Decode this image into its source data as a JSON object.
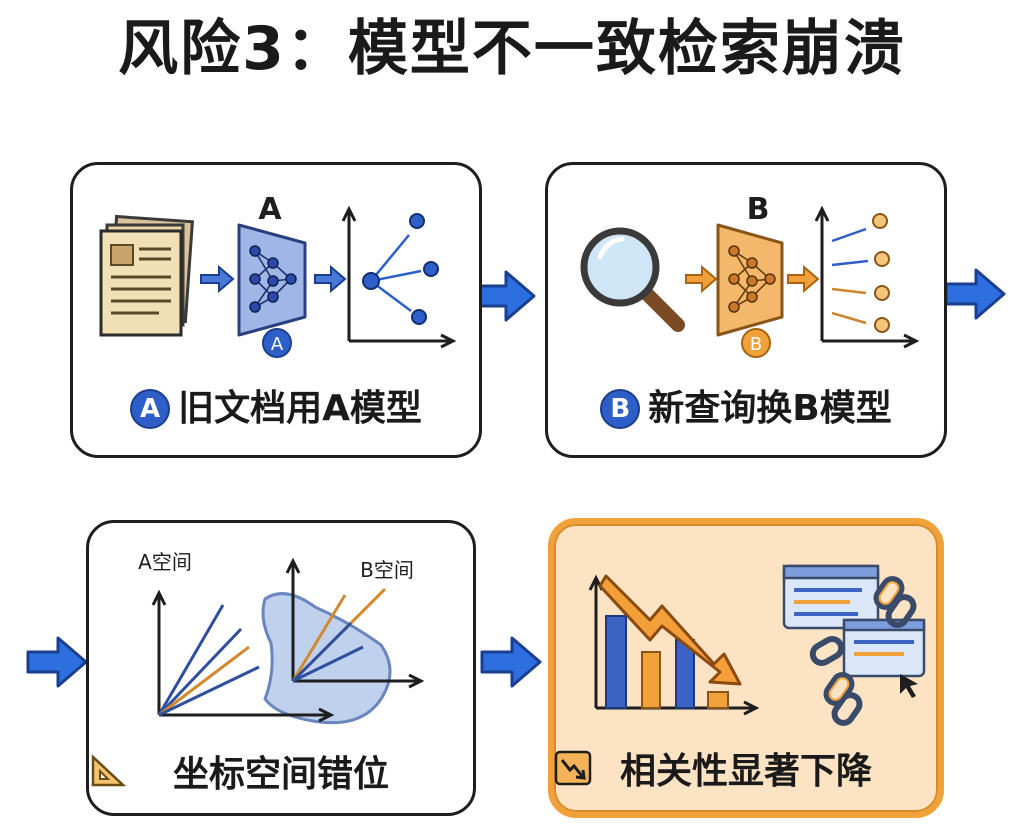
{
  "title": "风险3：模型不一致检索崩溃",
  "colors": {
    "blue_accent": "#2e5fc9",
    "blue_light": "#7e9fd8",
    "orange_accent": "#f0a13a",
    "orange_fill": "#fbe3c3",
    "ink": "#1e1e1e"
  },
  "panels": [
    {
      "id": "p1",
      "model_label": "A",
      "model_badge": "A",
      "caption_badge": "A",
      "caption_text": "旧文档用A模型",
      "icons": [
        "documents-icon",
        "neural-network-icon",
        "vector-space-icon"
      ]
    },
    {
      "id": "p2",
      "model_label": "B",
      "model_badge": "B",
      "caption_badge": "B",
      "caption_text": "新查询换B模型",
      "icons": [
        "magnifier-icon",
        "neural-network-icon",
        "vector-space-icon"
      ]
    },
    {
      "id": "p3",
      "space_a_label": "A空间",
      "space_b_label": "B空间",
      "caption_text": "坐标空间错位",
      "icons": [
        "set-square-icon",
        "misaligned-axes-icon"
      ]
    },
    {
      "id": "p4",
      "caption_text": "相关性显著下降",
      "icons": [
        "trend-down-icon",
        "bar-chart-icon",
        "broken-link-icon",
        "browser-window-icon"
      ]
    }
  ],
  "connectors": [
    "right-arrow-icon",
    "right-arrow-icon",
    "right-arrow-icon",
    "right-arrow-icon"
  ]
}
